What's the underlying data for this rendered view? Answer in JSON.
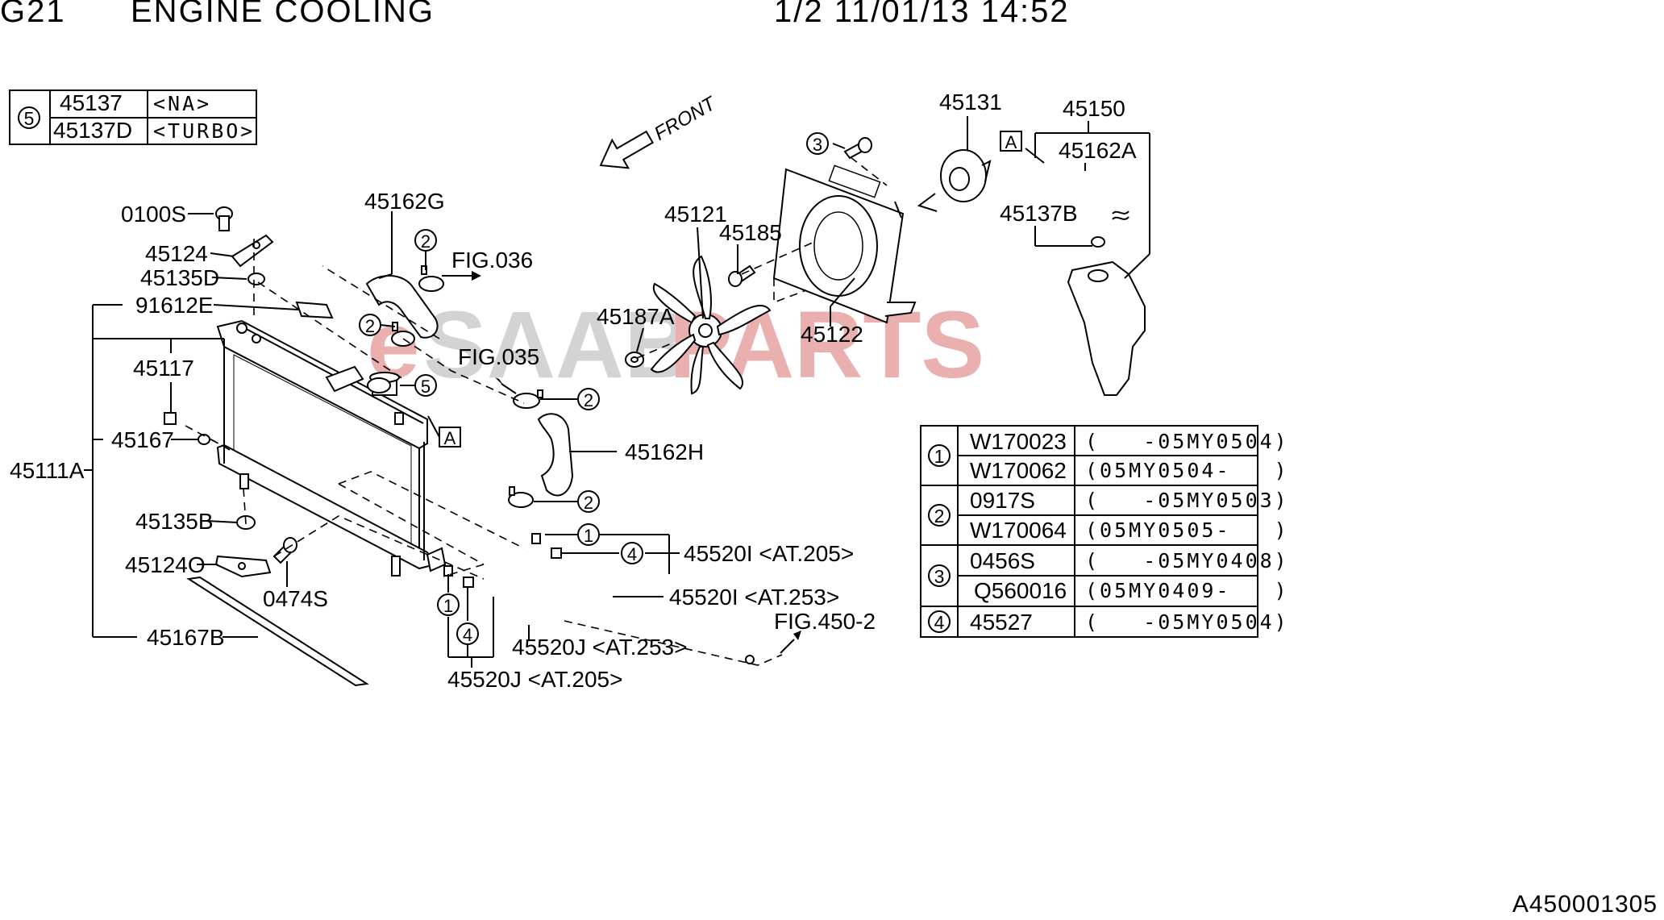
{
  "header": {
    "section_code": "G21",
    "section_title": "ENGINE COOLING",
    "page_info": "1/2 11/01/13 14:52"
  },
  "drawing_code": "A450001305",
  "watermark": {
    "e": "e",
    "saab": "SAAB",
    "parts": "PARTS",
    "e_color": "#e8a8a8",
    "saab_color": "#cfcfcf",
    "parts_color": "#e8a8a8"
  },
  "front_label": "FRONT",
  "circle_marks": [
    "1",
    "2",
    "3",
    "4",
    "5"
  ],
  "box_mark": "A",
  "labels": {
    "p0100S": "0100S",
    "p45124": "45124",
    "p45135D": "45135D",
    "p91612E": "91612E",
    "p45117": "45117",
    "p45167": "45167",
    "p45111A": "45111A",
    "p45135B": "45135B",
    "p45124O": "45124O",
    "p0474S": "0474S",
    "p45167B": "45167B",
    "p45162G": "45162G",
    "fig036": "FIG.036",
    "fig035": "FIG.035",
    "p45162H": "45162H",
    "p45520I_205": "45520I <AT.205>",
    "p45520I_253": "45520I <AT.253>",
    "fig450": "FIG.450-2",
    "p45520J_253": "45520J <AT.253>",
    "p45520J_205": "45520J <AT.205>",
    "p45121": "45121",
    "p45185": "45185",
    "p45187A": "45187A",
    "p45122": "45122",
    "p45131": "45131",
    "p45150": "45150",
    "p45162A": "45162A",
    "p45137B": "45137B"
  },
  "table5": {
    "mark": "5",
    "rows": [
      {
        "part": "45137",
        "note": "<NA>"
      },
      {
        "part": "45137D",
        "note": "<TURBO>"
      }
    ]
  },
  "table_right": [
    {
      "mark": "1",
      "rows": [
        {
          "part": "W170023",
          "note": "(   -05MY0504)"
        },
        {
          "part": "W170062",
          "note": "(05MY0504-   )"
        }
      ]
    },
    {
      "mark": "2",
      "rows": [
        {
          "part": "0917S",
          "note": "(   -05MY0503)"
        },
        {
          "part": "W170064",
          "note": "(05MY0505-   )"
        }
      ]
    },
    {
      "mark": "3",
      "rows": [
        {
          "part": "0456S",
          "note": "(   -05MY0408)"
        },
        {
          "part": "Q560016",
          "note": "(05MY0409-   )"
        }
      ]
    },
    {
      "mark": "4",
      "rows": [
        {
          "part": "45527",
          "note": "(   -05MY0504)"
        }
      ]
    }
  ]
}
